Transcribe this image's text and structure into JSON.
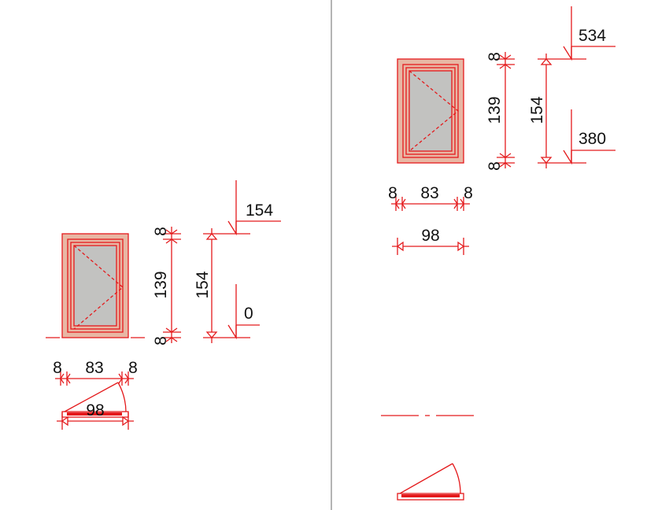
{
  "colors": {
    "dimension": "#e41a1c",
    "frame_fill": "#e8b7a4",
    "frame_stroke": "#e41a1c",
    "glass_fill": "#c2c2c0",
    "divider": "#b4b4b4",
    "text": "#111111"
  },
  "left_view": {
    "elevation_top": "154",
    "elevation_bottom": "0",
    "height_top_gap": "8",
    "height_sash": "139",
    "height_bottom_gap": "8",
    "height_total": "154",
    "width_left_gap": "8",
    "width_sash": "83",
    "width_right_gap": "8",
    "width_total": "98"
  },
  "right_view": {
    "elevation_top": "534",
    "elevation_bottom": "380",
    "height_top_gap": "8",
    "height_sash": "139",
    "height_bottom_gap": "8",
    "height_total": "154",
    "width_left_gap": "8",
    "width_sash": "83",
    "width_right_gap": "8",
    "width_total": "98"
  }
}
